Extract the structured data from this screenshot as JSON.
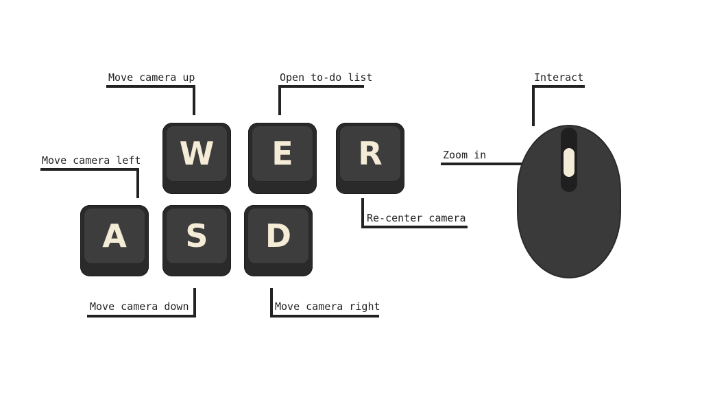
{
  "keys": [
    {
      "letter": "W"
    },
    {
      "letter": "E"
    },
    {
      "letter": "R"
    },
    {
      "letter": "A"
    },
    {
      "letter": "S"
    },
    {
      "letter": "D"
    }
  ],
  "labels": {
    "move_up": "Move camera up",
    "open_todo": "Open to-do list",
    "interact": "Interact",
    "move_left": "Move camera left",
    "zoom_in": "Zoom in",
    "recenter": "Re-center camera",
    "move_down": "Move camera down",
    "move_right": "Move camera right"
  },
  "colors": {
    "key_body": "#2a2a2a",
    "key_face": "#3d3d3d",
    "letter": "#f4ecd6",
    "line": "#222222",
    "mouse": "#3a3a3a"
  }
}
